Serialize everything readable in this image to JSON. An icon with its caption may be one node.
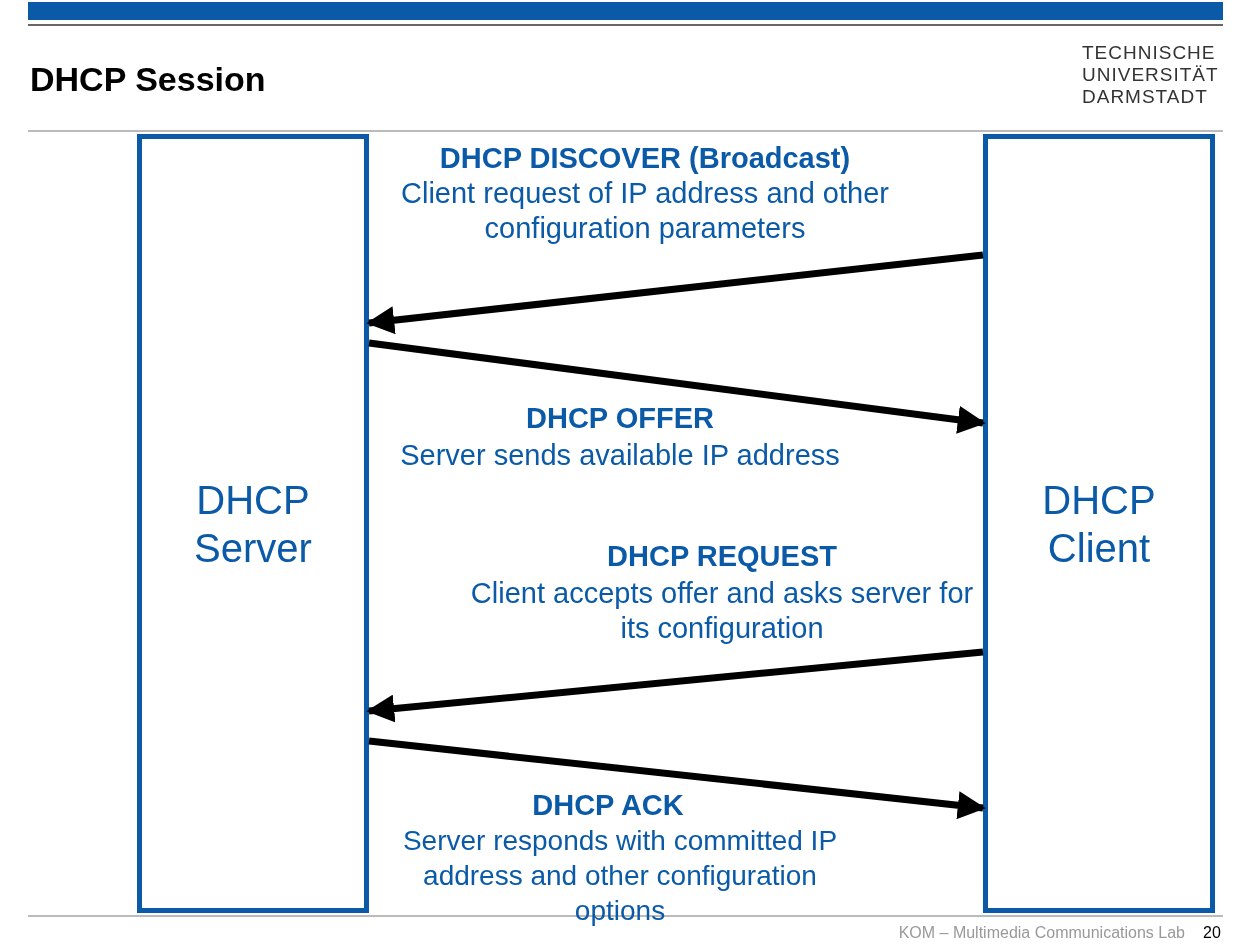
{
  "diagram": {
    "title": "DHCP Session",
    "nodes": [
      {
        "text": [
          "DHCP Server"
        ]
      },
      {
        "text": [
          "DHCP Client"
        ]
      }
    ],
    "edges": [
      {
        "from": 1,
        "to": 0,
        "arrow": "to"
      },
      {
        "from": 0,
        "to": 1,
        "arrow": "to"
      },
      {
        "from": 1,
        "to": 0,
        "arrow": "to"
      },
      {
        "from": 0,
        "to": 1,
        "arrow": "to"
      }
    ],
    "labels": [
      "TECHNISCHE UNIVERSITÄT DARMSTADT",
      "DHCP DISCOVER (Broadcast)",
      "Client request of IP address and other configuration parameters",
      "DHCP OFFER",
      "Server sends available IP address",
      "DHCP REQUEST",
      "Client accepts offer and asks server for its configuration",
      "DHCP ACK",
      "Server responds with committed IP address and other configuration options",
      "KOM – Multimedia Communications Lab",
      "20"
    ]
  }
}
